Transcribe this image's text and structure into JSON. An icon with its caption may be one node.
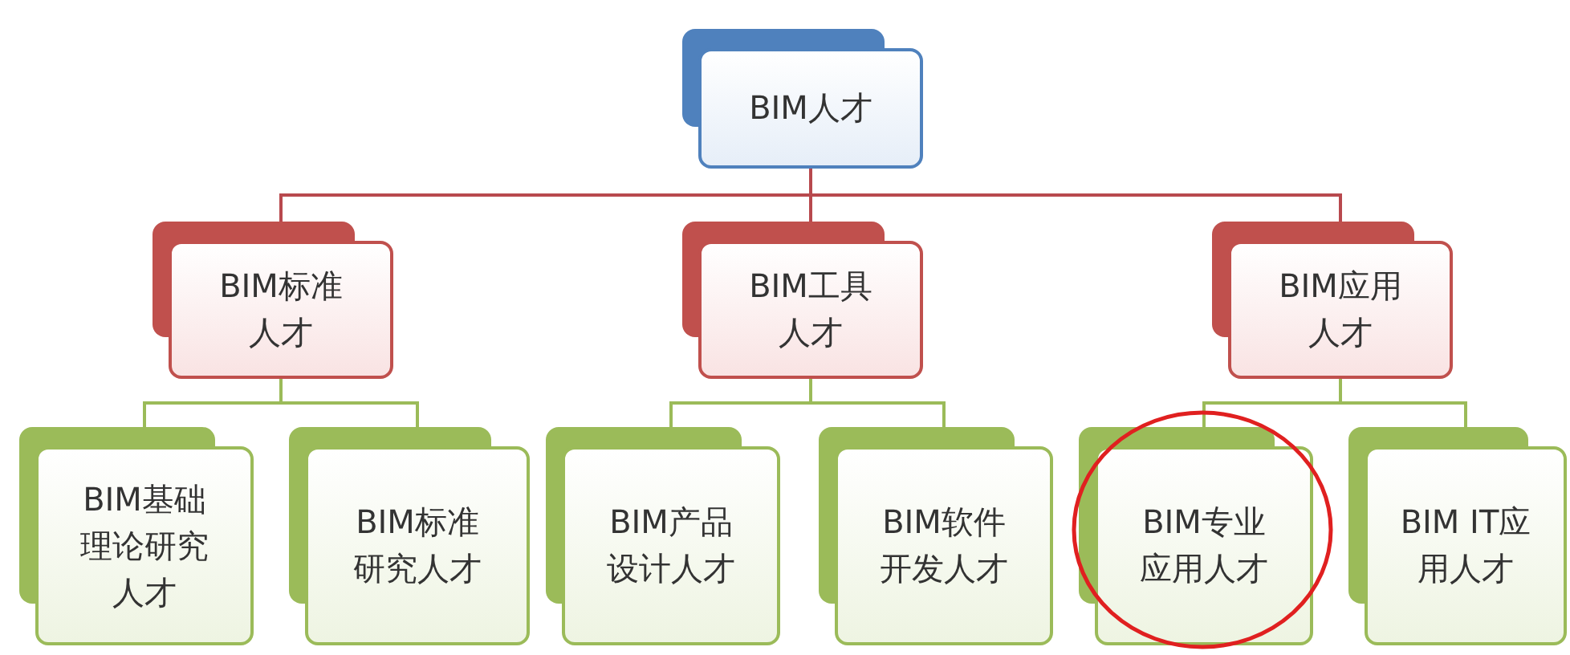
{
  "diagram": {
    "nodes": [
      {
        "text": [
          "BIM人才"
        ]
      },
      {
        "text": [
          "BIM标准人才"
        ]
      },
      {
        "text": [
          "BIM工具人才"
        ]
      },
      {
        "text": [
          "BIM应用人才"
        ]
      },
      {
        "text": [
          "BIM基础理论研究人才"
        ]
      },
      {
        "text": [
          "BIM标准研究人才"
        ]
      },
      {
        "text": [
          "BIM产品设计人才"
        ]
      },
      {
        "text": [
          "BIM软件开发人才"
        ]
      },
      {
        "text": [
          "BIM专业应用人才"
        ]
      },
      {
        "text": [
          "BIM IT应用人才"
        ]
      }
    ],
    "edges": [
      {
        "from": 0,
        "to": 1,
        "arrow": "none",
        "color": "#b8494e"
      },
      {
        "from": 0,
        "to": 2,
        "arrow": "none",
        "color": "#b8494e"
      },
      {
        "from": 0,
        "to": 3,
        "arrow": "none",
        "color": "#b8494e"
      },
      {
        "from": 1,
        "to": 4,
        "arrow": "none"
      },
      {
        "from": 1,
        "to": 5,
        "arrow": "none"
      },
      {
        "from": 2,
        "to": 6,
        "arrow": "none"
      },
      {
        "from": 2,
        "to": 7,
        "arrow": "none"
      },
      {
        "from": 3,
        "to": 8,
        "arrow": "none"
      },
      {
        "from": 3,
        "to": 9,
        "arrow": "none"
      }
    ]
  }
}
